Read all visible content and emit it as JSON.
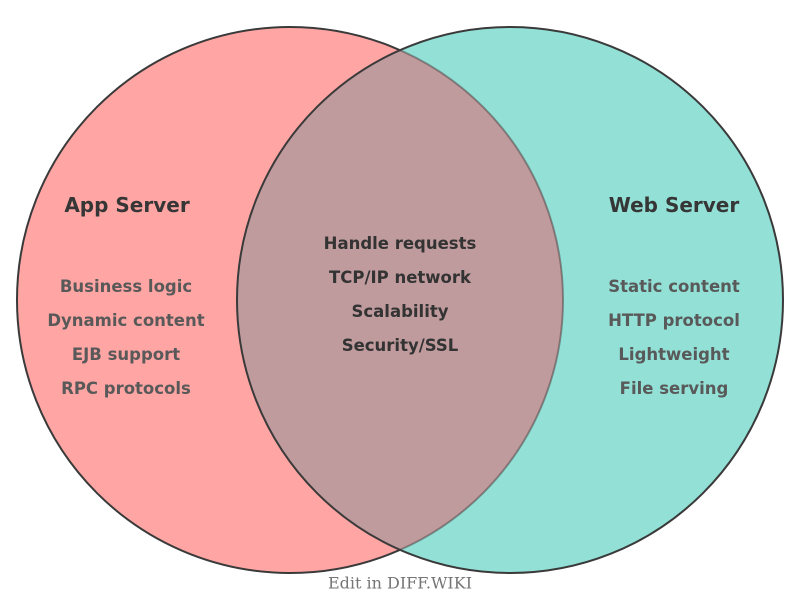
{
  "venn": {
    "left": {
      "title": "App Server",
      "items": [
        "Business logic",
        "Dynamic content",
        "EJB support",
        "RPC protocols"
      ],
      "fill_color": "#ffa6a4"
    },
    "right": {
      "title": "Web Server",
      "items": [
        "Static content",
        "HTTP protocol",
        "Lightweight",
        "File serving"
      ],
      "fill_color": "#92e0d6"
    },
    "overlap": {
      "items": [
        "Handle requests",
        "TCP/IP network",
        "Scalability",
        "Security/SSL"
      ],
      "fill_color": "#c09b9d"
    },
    "outline_color": "#3a3a3a",
    "title_text_color": "#363636",
    "item_text_color": "#595959",
    "overlap_text_color": "#333333"
  },
  "footer": {
    "label": "Edit in DIFF.WIKI",
    "text_color": "#757575"
  }
}
